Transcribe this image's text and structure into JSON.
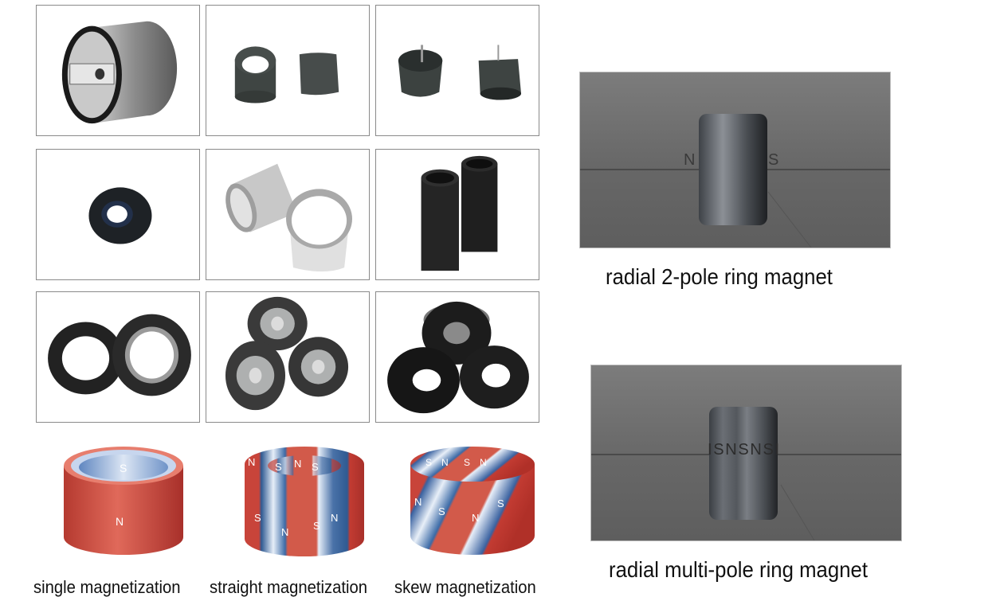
{
  "product_grid": {
    "rows": [
      [
        {
          "name": "segment-arc-magnet-assembly",
          "desc": "silver ring magnet with center bar and hole"
        },
        {
          "name": "black-ring-and-tile-magnet",
          "desc": "dark ring magnet and arc segment"
        },
        {
          "name": "rotor-magnets-with-shaft",
          "desc": "two dark cup magnets with shafts"
        }
      ],
      [
        {
          "name": "black-flange-ring-magnet",
          "desc": "black flanged ring magnet"
        },
        {
          "name": "silver-ring-magnets",
          "desc": "two silver ring magnets"
        },
        {
          "name": "black-tube-magnets",
          "desc": "two black tube magnets"
        }
      ],
      [
        {
          "name": "black-ring-magnets-pair",
          "desc": "two black flat rings"
        },
        {
          "name": "injection-molded-rotor-magnets",
          "desc": "three dark discs with grey hubs"
        },
        {
          "name": "black-thick-ring-magnets",
          "desc": "three stacked black thick rings"
        }
      ]
    ]
  },
  "magnetization_types": [
    {
      "label": "single magnetization",
      "poles": {
        "inner": "S",
        "outer": "N"
      }
    },
    {
      "label": "straight magnetization",
      "poles": [
        "N",
        "S",
        "N",
        "S",
        "S",
        "N",
        "S",
        "N"
      ]
    },
    {
      "label": "skew magnetization",
      "poles": [
        "S",
        "N",
        "S",
        "N",
        "N",
        "S",
        "N",
        "S"
      ]
    }
  ],
  "radial_magnets": [
    {
      "label": "radial 2-pole ring magnet",
      "pole_left": "N",
      "pole_right": "S"
    },
    {
      "label": "radial multi-pole ring magnet",
      "pole_text": "ISNSNSI"
    }
  ],
  "colors": {
    "north": "#c8443a",
    "south": "#3b5f92",
    "cell_border": "#8a8a8a",
    "render_bg": "#6e6e6e"
  }
}
